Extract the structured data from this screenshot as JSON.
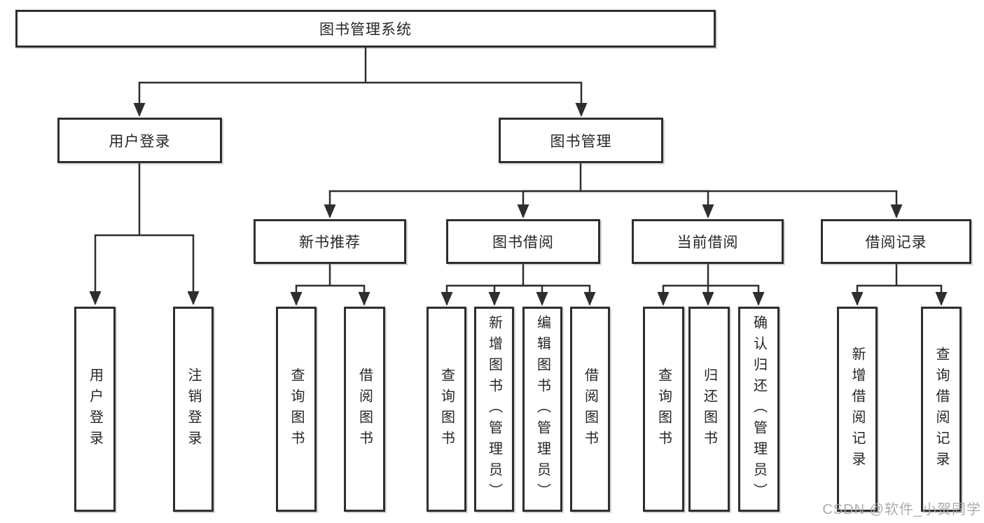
{
  "nodes": {
    "root": "图书管理系统",
    "user_login": "用户登录",
    "book_management": "图书管理",
    "new_book_recommend": "新书推荐",
    "book_borrowing": "图书借阅",
    "current_borrowing": "当前借阅",
    "borrowing_records": "借阅记录",
    "leaf_user_login": "用户登录",
    "leaf_logout": "注销登录",
    "leaf_nbr_query_books": "查询图书",
    "leaf_nbr_borrow_books": "借阅图书",
    "leaf_bb_query_books": "查询图书",
    "leaf_bb_add_books_admin": "新增图书（管理员）",
    "leaf_bb_edit_books_admin": "编辑图书（管理员）",
    "leaf_bb_borrow_books": "借阅图书",
    "leaf_cb_query_books": "查询图书",
    "leaf_cb_return_books": "归还图书",
    "leaf_cb_confirm_return_admin": "确认归还（管理员）",
    "leaf_br_add_record": "新增借阅记录",
    "leaf_br_query_record": "查询借阅记录"
  },
  "hierarchy": {
    "root": [
      "user_login",
      "book_management"
    ],
    "user_login": [
      "leaf_user_login",
      "leaf_logout"
    ],
    "book_management": [
      "new_book_recommend",
      "book_borrowing",
      "current_borrowing",
      "borrowing_records"
    ],
    "new_book_recommend": [
      "leaf_nbr_query_books",
      "leaf_nbr_borrow_books"
    ],
    "book_borrowing": [
      "leaf_bb_query_books",
      "leaf_bb_add_books_admin",
      "leaf_bb_edit_books_admin",
      "leaf_bb_borrow_books"
    ],
    "current_borrowing": [
      "leaf_cb_query_books",
      "leaf_cb_return_books",
      "leaf_cb_confirm_return_admin"
    ],
    "borrowing_records": [
      "leaf_br_add_record",
      "leaf_br_query_record"
    ]
  },
  "watermark": "CSDN @软件_小贺同学",
  "colors": {
    "line": "#2e2e2e",
    "border": "#2e2e2e",
    "text": "#262626",
    "background": "#ffffff",
    "watermark": "#a5a5a5"
  }
}
